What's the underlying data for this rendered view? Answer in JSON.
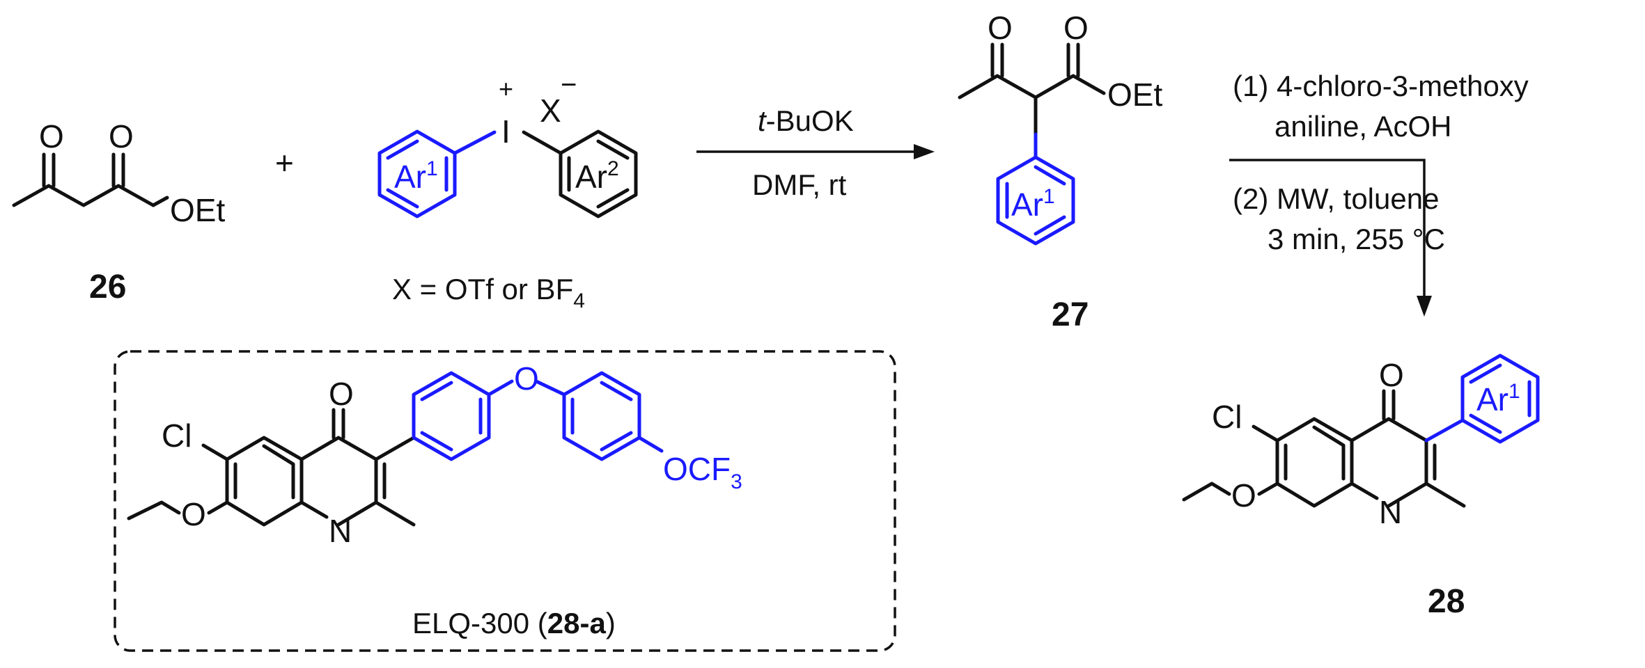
{
  "compounds": {
    "c26": {
      "label": "26",
      "O_ketone": "O",
      "O_ester": "O",
      "OEt": "OEt"
    },
    "salt": {
      "plus_sign": "+",
      "I_charge": "+",
      "I": "I",
      "X": "X",
      "X_charge": "−",
      "ar1": "Ar",
      "ar1_sup": "1",
      "ar2": "Ar",
      "ar2_sup": "2",
      "caption_main": "X = OTf or BF",
      "caption_sub": "4"
    },
    "c27": {
      "label": "27",
      "O_ketone": "O",
      "O_ester": "O",
      "OEt": "OEt",
      "ar": "Ar",
      "ar_sup": "1"
    },
    "c28": {
      "label": "28",
      "O": "O",
      "Cl": "Cl",
      "N": "N",
      "OMe_O": "O",
      "ar": "Ar",
      "ar_sup": "1"
    },
    "elq": {
      "O": "O",
      "Cl": "Cl",
      "N": "N",
      "OMe_O": "O",
      "ether_O": "O",
      "ocf3": "OCF",
      "ocf3_sub": "3",
      "caption_pre": "ELQ-300 (",
      "caption_bold": "28-a",
      "caption_post": ")"
    }
  },
  "steps": {
    "step1": {
      "reagent_top_italic": "t",
      "reagent_top_rest": "-BuOK",
      "reagent_bottom": "DMF,  rt"
    },
    "step2": {
      "line1": "(1) 4-chloro-3-methoxy",
      "line2": "aniline, AcOH",
      "line3": "(2) MW, toluene",
      "line4": "3 min, 255 °C"
    }
  },
  "colors": {
    "structure": "#111111",
    "highlight": "#1a1aff"
  }
}
